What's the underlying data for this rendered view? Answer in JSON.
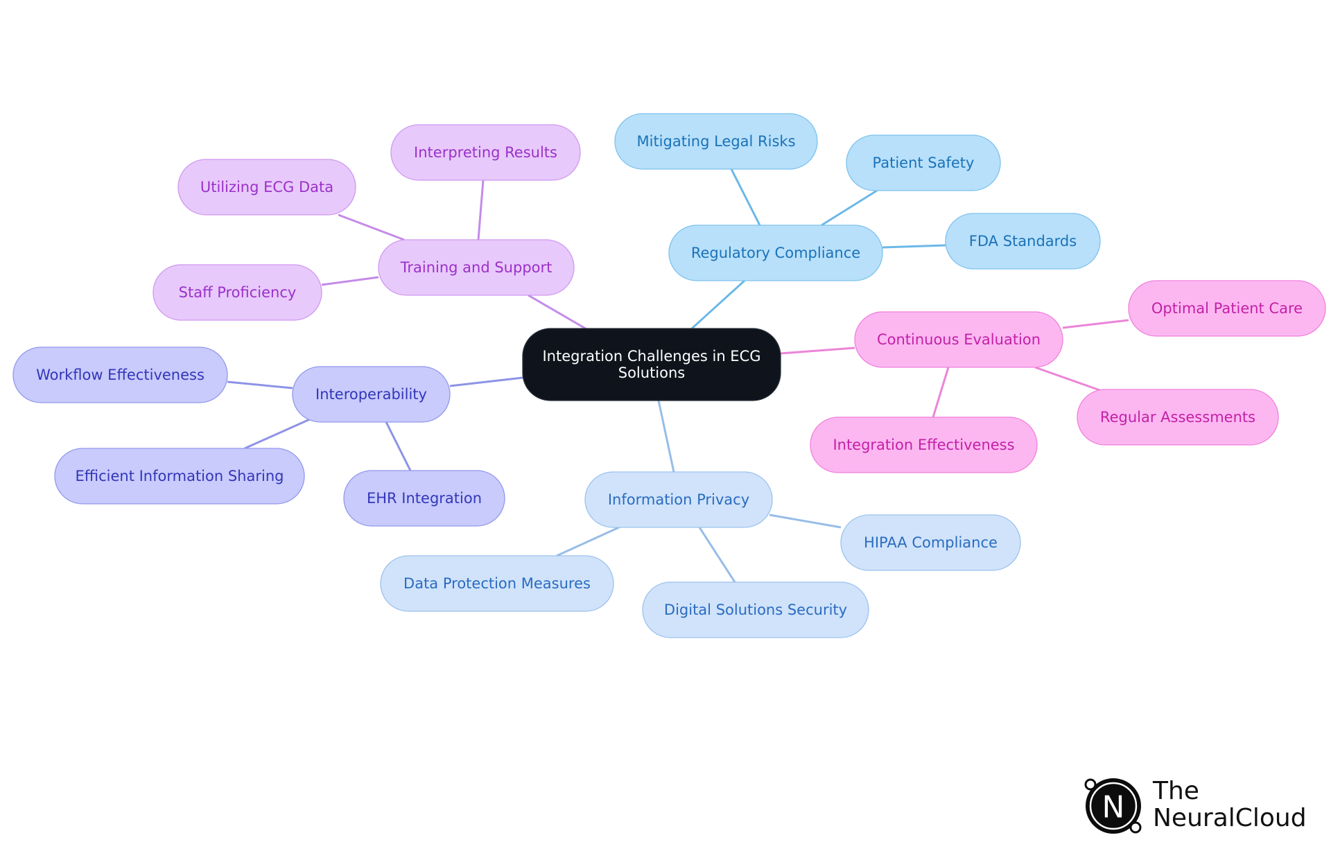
{
  "diagram": {
    "root": {
      "label_lines": [
        "Integration Challenges in ECG",
        "Solutions"
      ],
      "fill": "#0f141c",
      "stroke": "#2a313b",
      "text_color": "#ffffff"
    },
    "branches": [
      {
        "key": "training",
        "label": "Training and Support",
        "fill": "#e8c9fb",
        "stroke": "#cf98f0",
        "text": "#9a31c9",
        "edge": "#c48ae8",
        "children": [
          "Interpreting Results",
          "Utilizing ECG Data",
          "Staff Proficiency"
        ]
      },
      {
        "key": "regulatory",
        "label": "Regulatory Compliance",
        "fill": "#b8e0fa",
        "stroke": "#7cc1ee",
        "text": "#1a72b8",
        "edge": "#6bb8e8",
        "children": [
          "Mitigating Legal Risks",
          "Patient Safety",
          "FDA Standards"
        ]
      },
      {
        "key": "evaluation",
        "label": "Continuous Evaluation",
        "fill": "#fcb7f1",
        "stroke": "#f07fdc",
        "text": "#c320a6",
        "edge": "#ec84d8",
        "children": [
          "Optimal Patient Care",
          "Regular Assessments",
          "Integration Effectiveness"
        ]
      },
      {
        "key": "interop",
        "label": "Interoperability",
        "fill": "#c8cbfb",
        "stroke": "#9298ec",
        "text": "#3336b8",
        "edge": "#8d93e6",
        "children": [
          "Workflow Effectiveness",
          "Efficient Information Sharing",
          "EHR Integration"
        ]
      },
      {
        "key": "privacy",
        "label": "Information Privacy",
        "fill": "#d0e3fa",
        "stroke": "#9cc1ee",
        "text": "#2a6bc0",
        "edge": "#97bde8",
        "children": [
          "HIPAA Compliance",
          "Digital Solutions Security",
          "Data Protection Measures"
        ]
      }
    ]
  },
  "logo": {
    "line1": "The",
    "line2": "NeuralCloud",
    "mark_letter": "N"
  }
}
